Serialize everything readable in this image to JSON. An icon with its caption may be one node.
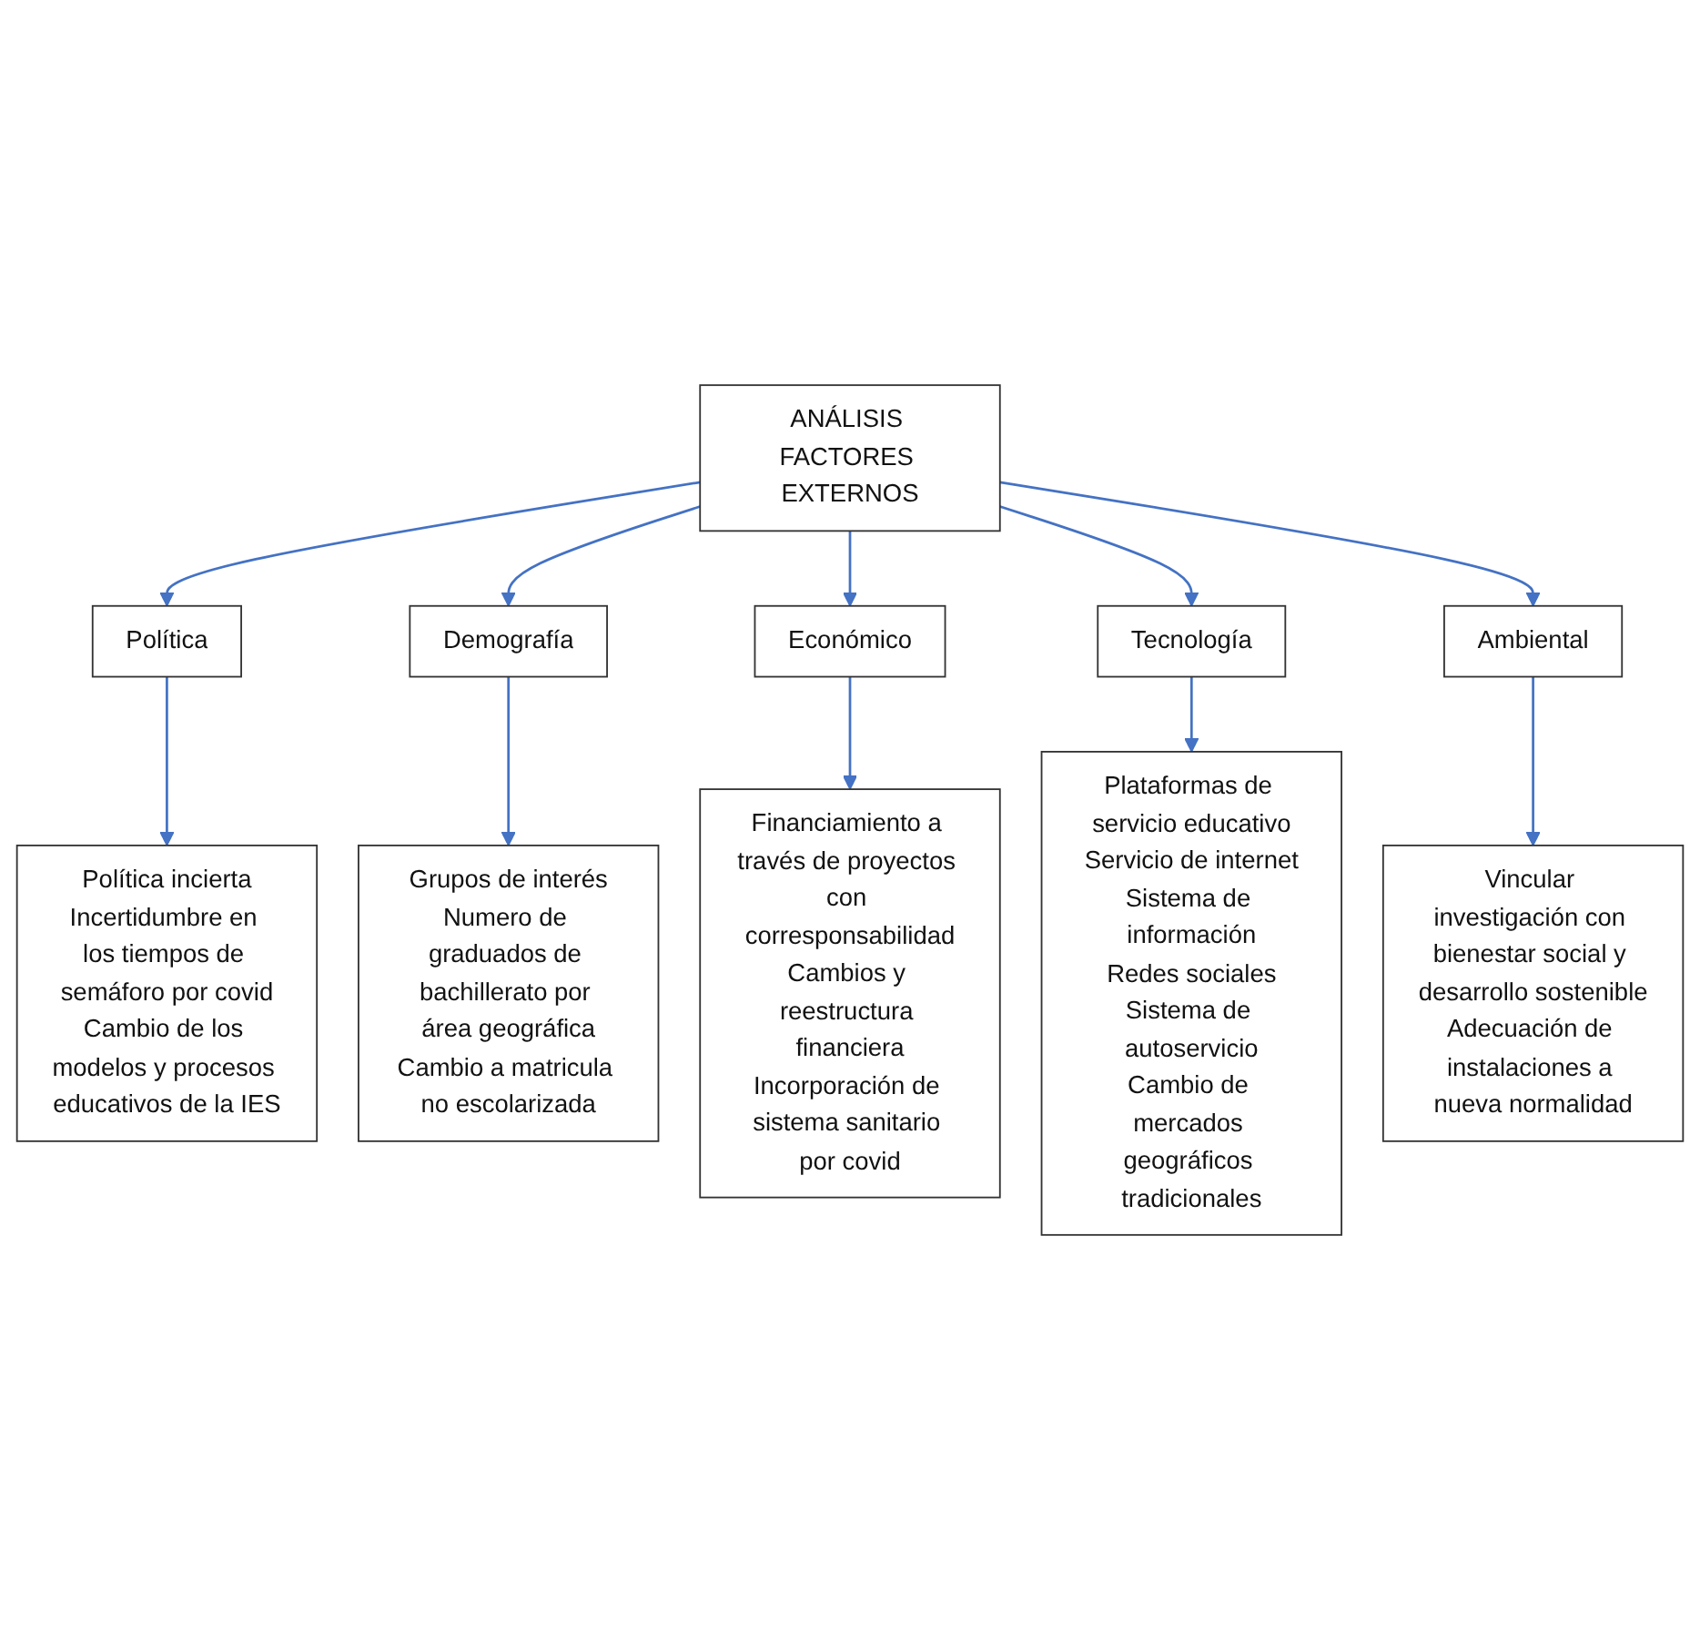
{
  "diagram": {
    "nodes": [
      {
        "text": [
          "ANÁLISIS FACTORES EXTERNOS"
        ]
      },
      {
        "text": [
          "Política"
        ]
      },
      {
        "text": [
          "Demografía"
        ]
      },
      {
        "text": [
          "Económico"
        ]
      },
      {
        "text": [
          "Tecnología"
        ]
      },
      {
        "text": [
          "Ambiental"
        ]
      },
      {
        "text": [
          "Política incierta",
          "Incertidumbre en los tiempos de semáforo por covid",
          "Cambio de los modelos y procesos educativos de la IES"
        ]
      },
      {
        "text": [
          "Grupos de interés",
          "Numero de graduados de bachillerato por área geográfica",
          "Cambio a matricula no escolarizada"
        ]
      },
      {
        "text": [
          "Financiamiento a través de proyectos con corresponsabilidad",
          "Cambios y reestructura financiera",
          "Incorporación de sistema sanitario por covid"
        ]
      },
      {
        "text": [
          "Plataformas de servicio educativo",
          "Servicio de internet",
          "Sistema de información",
          "Redes sociales",
          "Sistema de autoservicio",
          "Cambio de mercados geográficos tradicionales"
        ]
      },
      {
        "text": [
          "Vincular investigación con bienestar social y desarrollo sostenible",
          "Adecuación de instalaciones a nueva normalidad"
        ]
      }
    ],
    "edges": [
      {
        "from": 0,
        "to": 1,
        "arrow": "to"
      },
      {
        "from": 0,
        "to": 2,
        "arrow": "to"
      },
      {
        "from": 0,
        "to": 3,
        "arrow": "to"
      },
      {
        "from": 0,
        "to": 4,
        "arrow": "to"
      },
      {
        "from": 0,
        "to": 5,
        "arrow": "to"
      },
      {
        "from": 1,
        "to": 6,
        "arrow": "to"
      },
      {
        "from": 2,
        "to": 7,
        "arrow": "to"
      },
      {
        "from": 3,
        "to": 8,
        "arrow": "to"
      },
      {
        "from": 4,
        "to": 9,
        "arrow": "to"
      },
      {
        "from": 5,
        "to": 10,
        "arrow": "to"
      }
    ]
  }
}
